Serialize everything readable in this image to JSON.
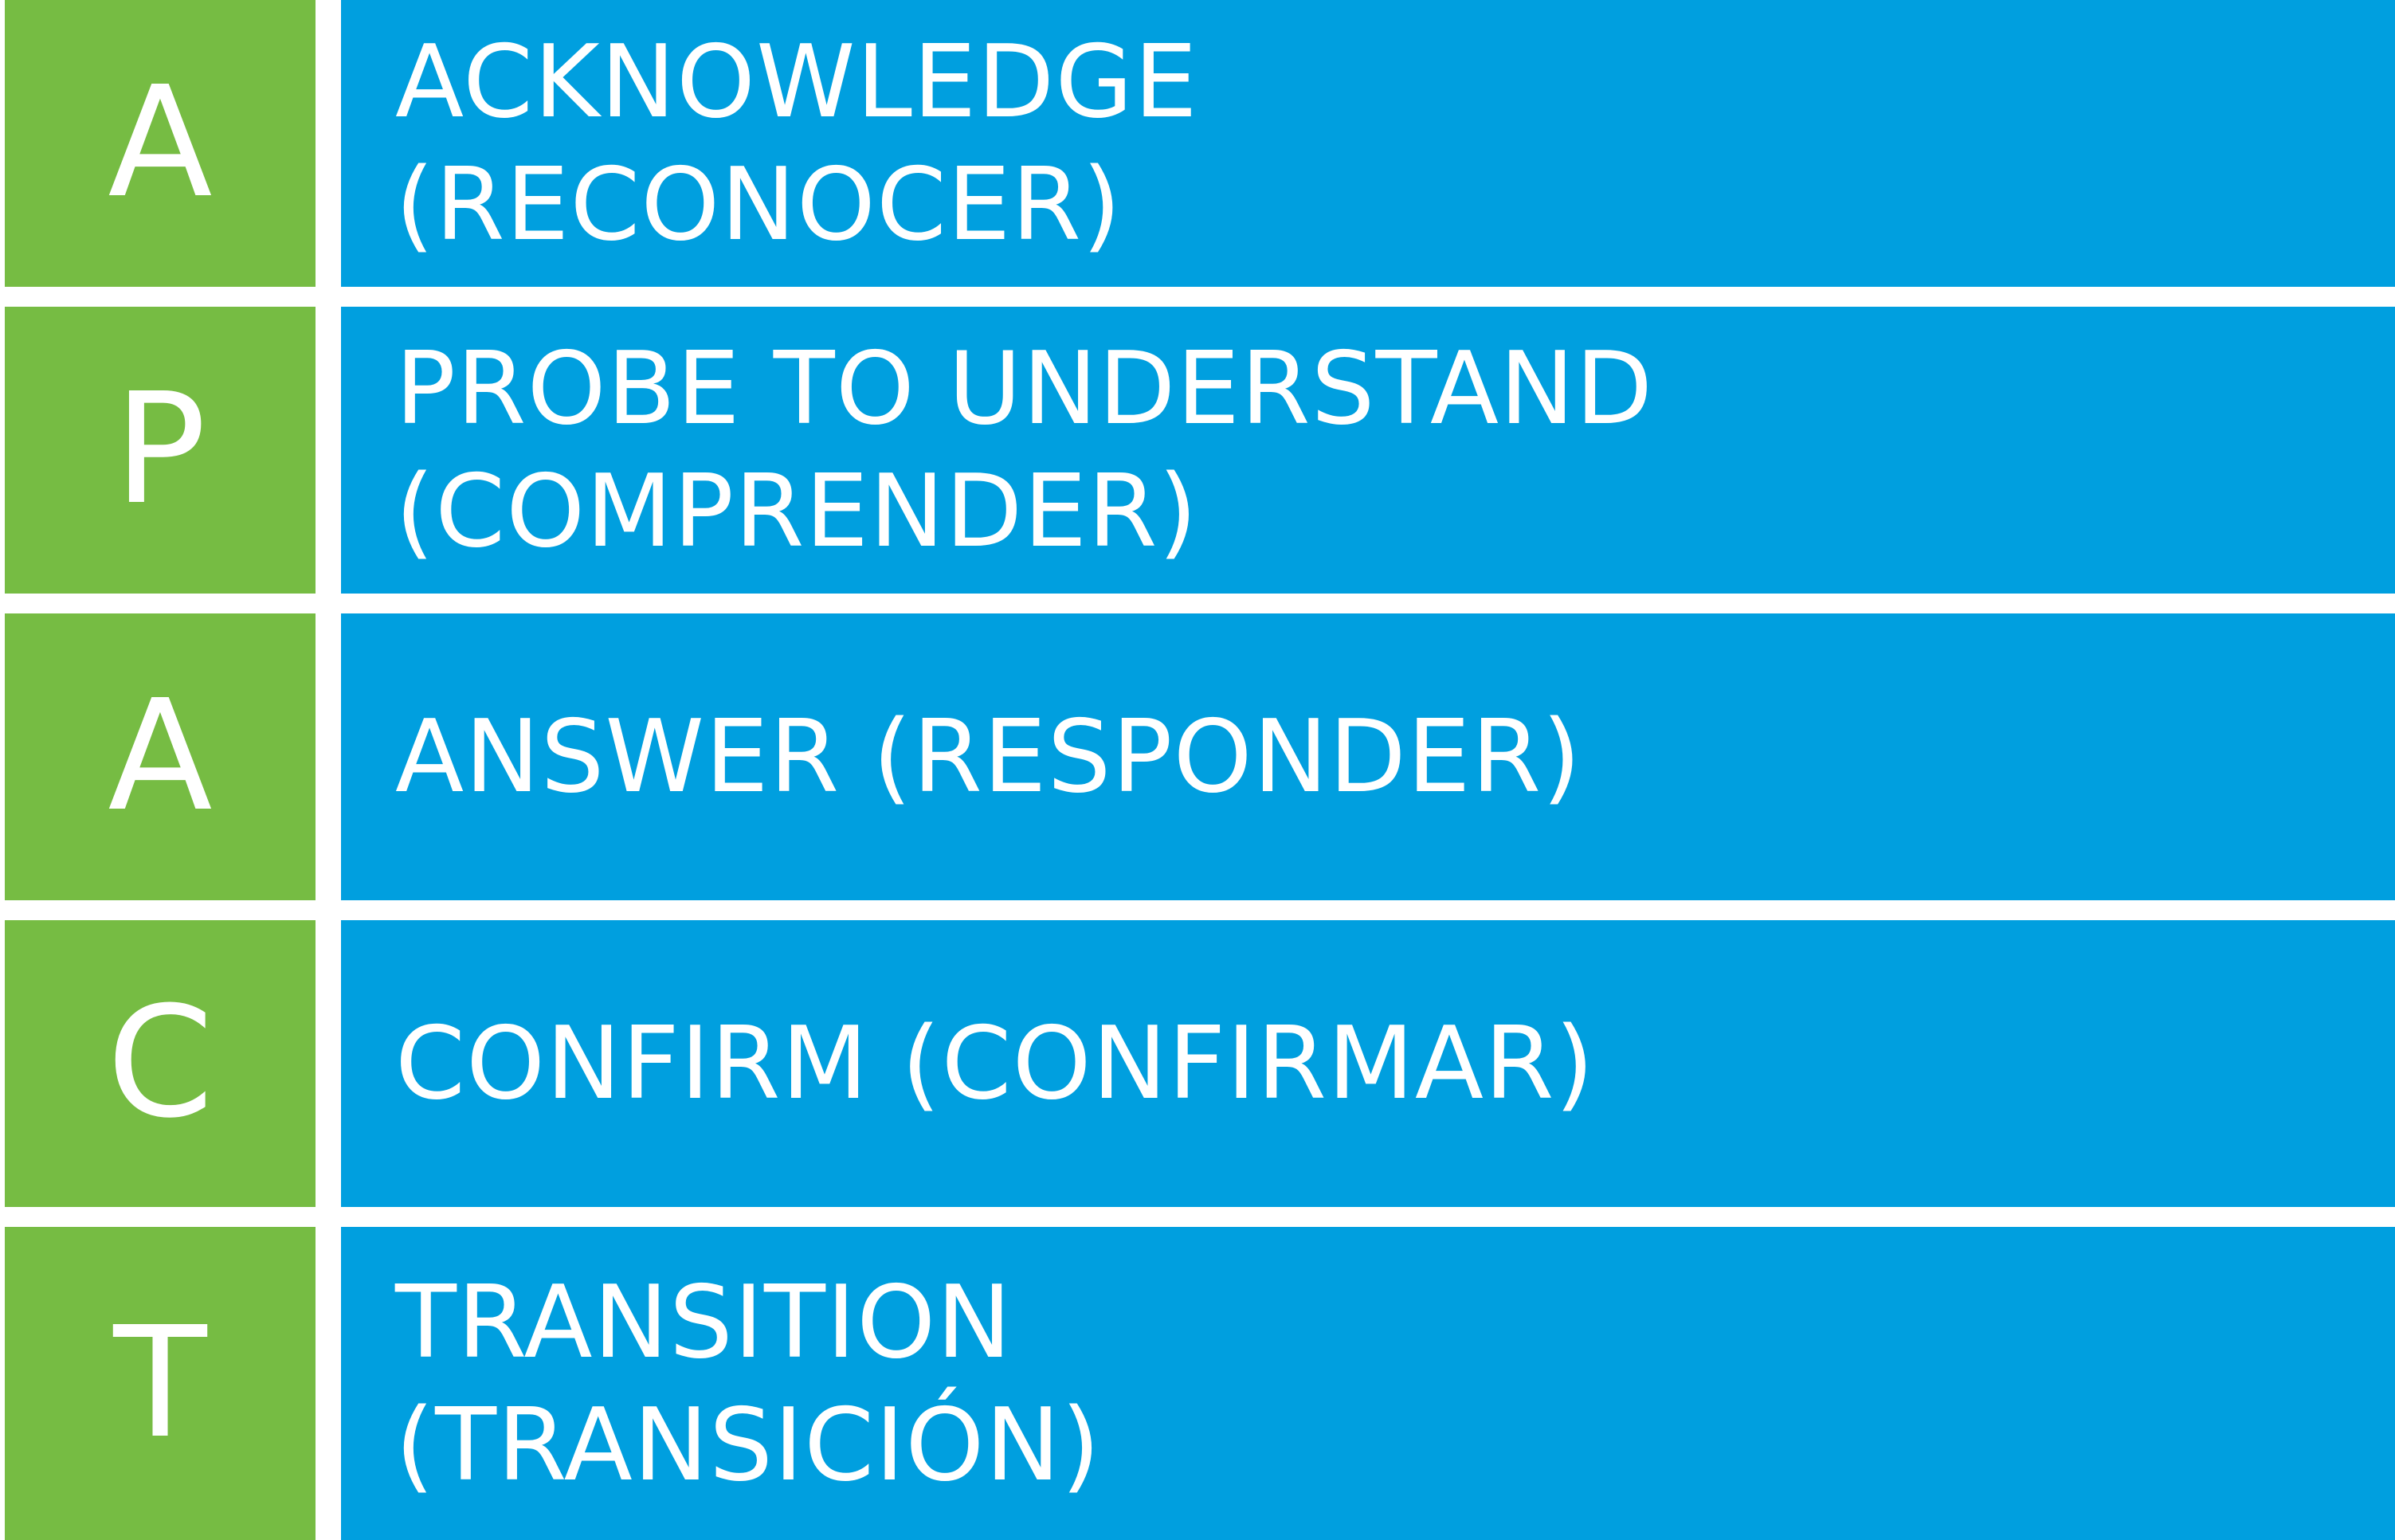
{
  "colors": {
    "letter_bg": "#76BC43",
    "label_bg": "#009FDF",
    "text": "#FFFFFF",
    "separator": "#FFFFFF"
  },
  "rows": [
    {
      "letter": "A",
      "label": "ACKNOWLEDGE (RECONOCER)"
    },
    {
      "letter": "P",
      "label": "PROBE TO UNDERSTAND (COMPRENDER)"
    },
    {
      "letter": "A",
      "label": "ANSWER (RESPONDER)"
    },
    {
      "letter": "C",
      "label": "CONFIRM (CONFIRMAR)"
    },
    {
      "letter": "T",
      "label": "TRANSITION (TRANSICIÓN)"
    }
  ]
}
